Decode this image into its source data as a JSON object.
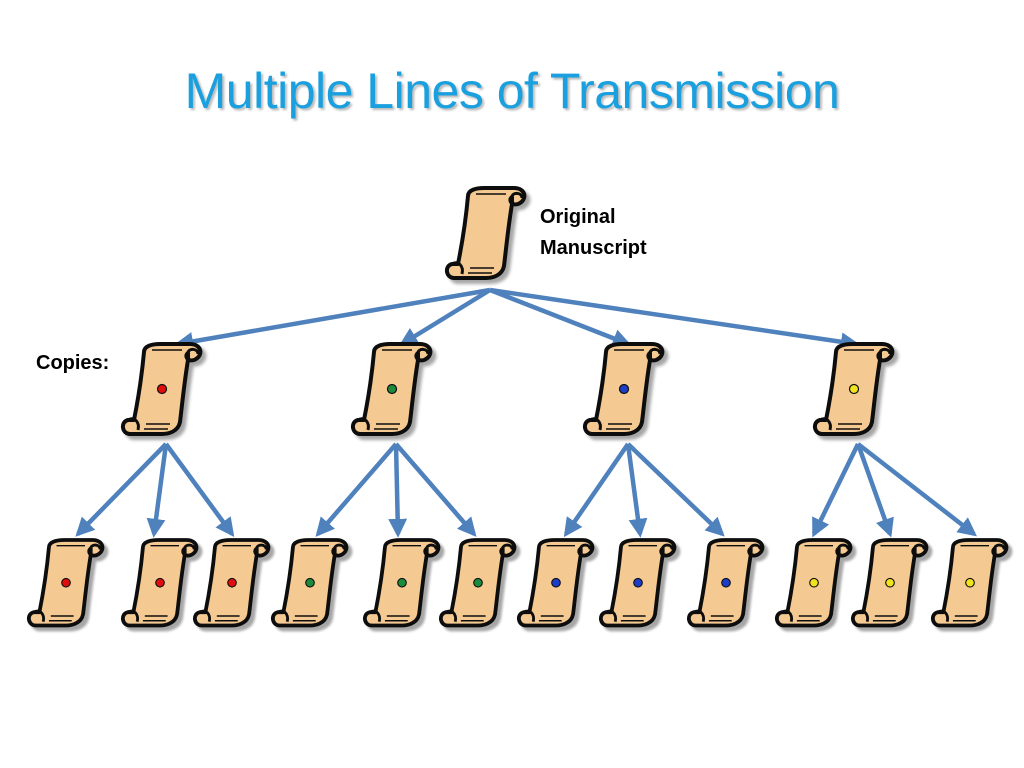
{
  "title": "Multiple Lines of Transmission",
  "labels": {
    "original_line1": "Original",
    "original_line2": "Manuscript",
    "copies": "Copies:"
  },
  "colors": {
    "title": "#1ba0df",
    "arrow": "#4f81bd",
    "scroll_fill": "#f5c992",
    "scroll_outline": "#111111",
    "dot_red": "#e01010",
    "dot_green": "#1a8a3a",
    "dot_blue": "#1e3ec8",
    "dot_yellow": "#f2e41a"
  },
  "icons": {
    "scroll": "scroll-icon"
  },
  "copies": [
    {
      "color": "dot_red",
      "subcopies": 3
    },
    {
      "color": "dot_green",
      "subcopies": 3
    },
    {
      "color": "dot_blue",
      "subcopies": 3
    },
    {
      "color": "dot_yellow",
      "subcopies": 3
    }
  ]
}
